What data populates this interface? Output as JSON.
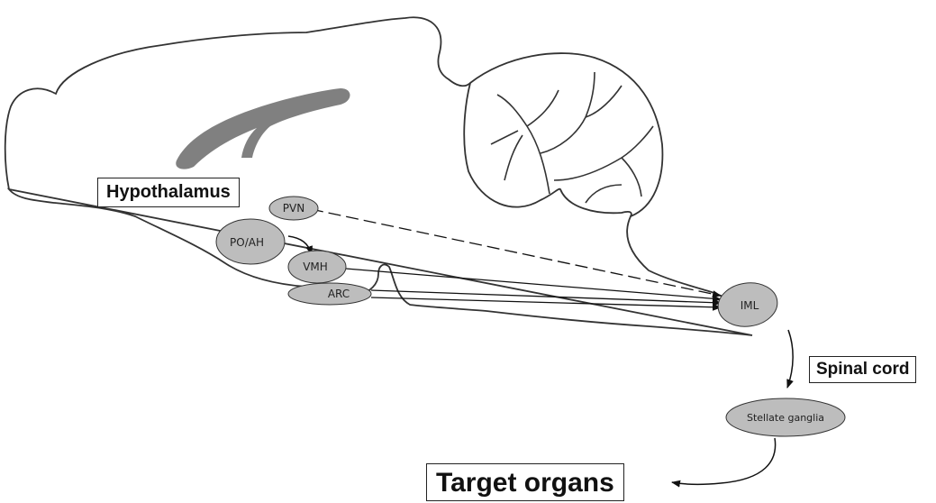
{
  "labels": {
    "hypothalamus": "Hypothalamus",
    "spinal_cord": "Spinal cord",
    "target_organs": "Target organs"
  },
  "nodes": {
    "pvn": "PVN",
    "poah": "PO/AH",
    "vmh": "VMH",
    "arc": "ARC",
    "iml": "IML",
    "stellate": "Stellate ganglia"
  },
  "colors": {
    "node_fill": "#bdbdbd",
    "outline": "#333333",
    "ventricle": "#808080"
  }
}
